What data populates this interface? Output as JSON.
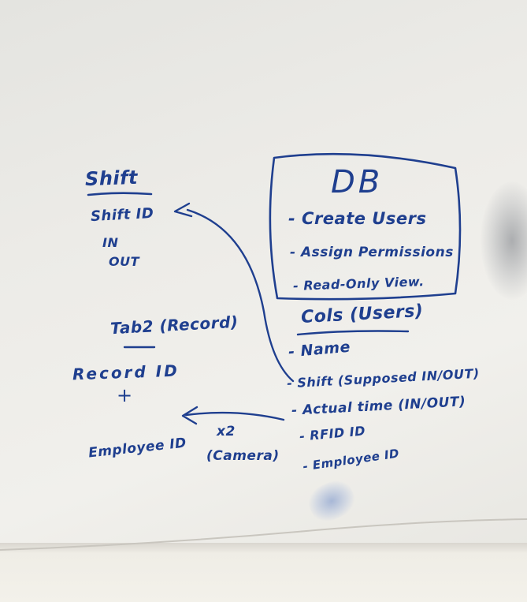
{
  "colors": {
    "ink": "#1f3f8f",
    "board": "#ecebe7"
  },
  "shift": {
    "title": "Shift",
    "fields": [
      "Shift ID",
      "IN",
      "OUT"
    ]
  },
  "db": {
    "title": "DB",
    "items": [
      "- Create Users",
      "- Assign Permissions",
      "- Read-Only View."
    ]
  },
  "cols": {
    "title": "Cols (Users)",
    "items": [
      "- Name",
      "- Shift (Supposed IN/OUT)",
      "- Actual time (IN/OUT)",
      "- RFID ID",
      "- Employee ID"
    ]
  },
  "tab2": {
    "title": "Tab2 (Record)",
    "record_id": "Record ID",
    "plus": "+",
    "employee_id": "Employee ID"
  },
  "arrow_note": {
    "multiplier": "x2",
    "source": "(Camera)"
  }
}
